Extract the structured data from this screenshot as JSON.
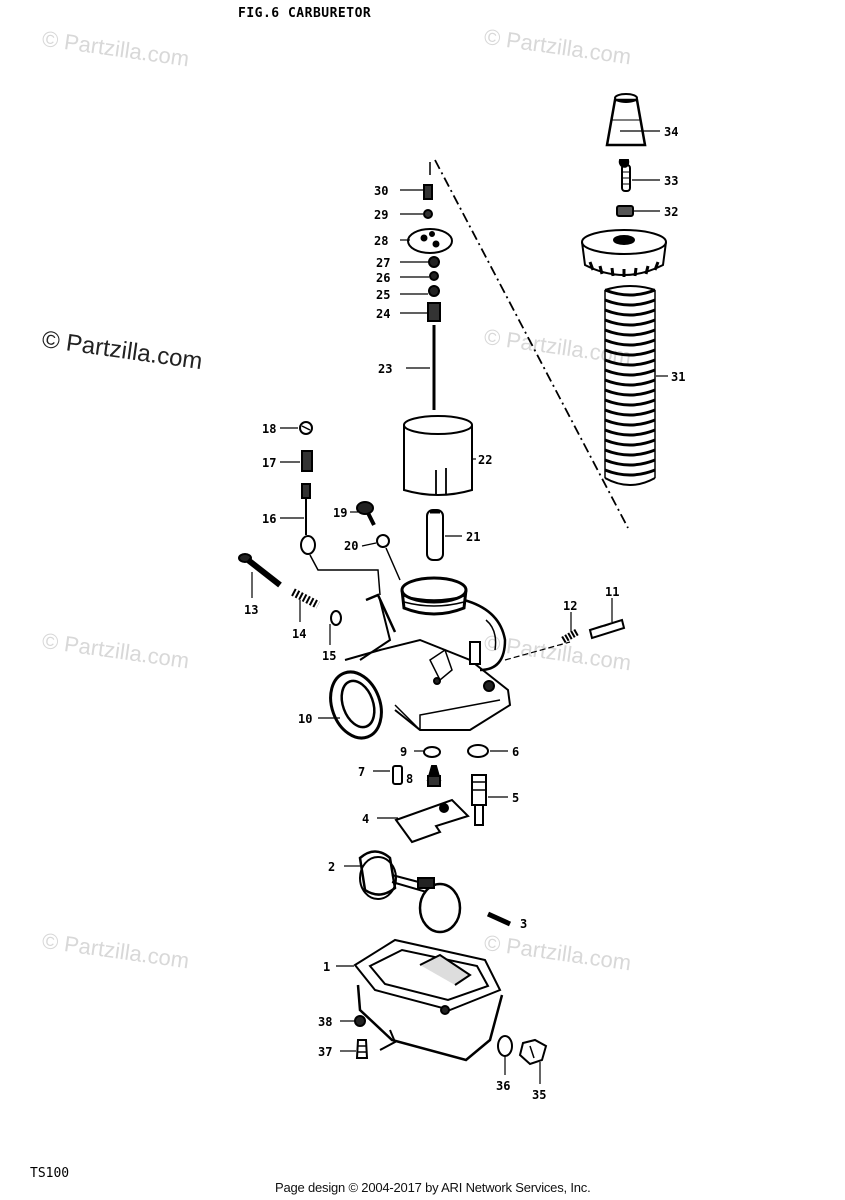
{
  "title": "FIG.6  CARBURETOR",
  "model": "TS100",
  "footer": "Page design © 2004-2017 by ARI Network Services, Inc.",
  "watermark": "© Partzilla.com",
  "callouts": {
    "n1": "1",
    "n2": "2",
    "n3": "3",
    "n4": "4",
    "n5": "5",
    "n6": "6",
    "n7": "7",
    "n8": "8",
    "n9": "9",
    "n10": "10",
    "n11": "11",
    "n12": "12",
    "n13": "13",
    "n14": "14",
    "n15": "15",
    "n16": "16",
    "n17": "17",
    "n18": "18",
    "n19": "19",
    "n20": "20",
    "n21": "21",
    "n22": "22",
    "n23": "23",
    "n24": "24",
    "n25": "25",
    "n26": "26",
    "n27": "27",
    "n28": "28",
    "n29": "29",
    "n30": "30",
    "n31": "31",
    "n32": "32",
    "n33": "33",
    "n34": "34",
    "n35": "35",
    "n36": "36",
    "n37": "37",
    "n38": "38"
  }
}
